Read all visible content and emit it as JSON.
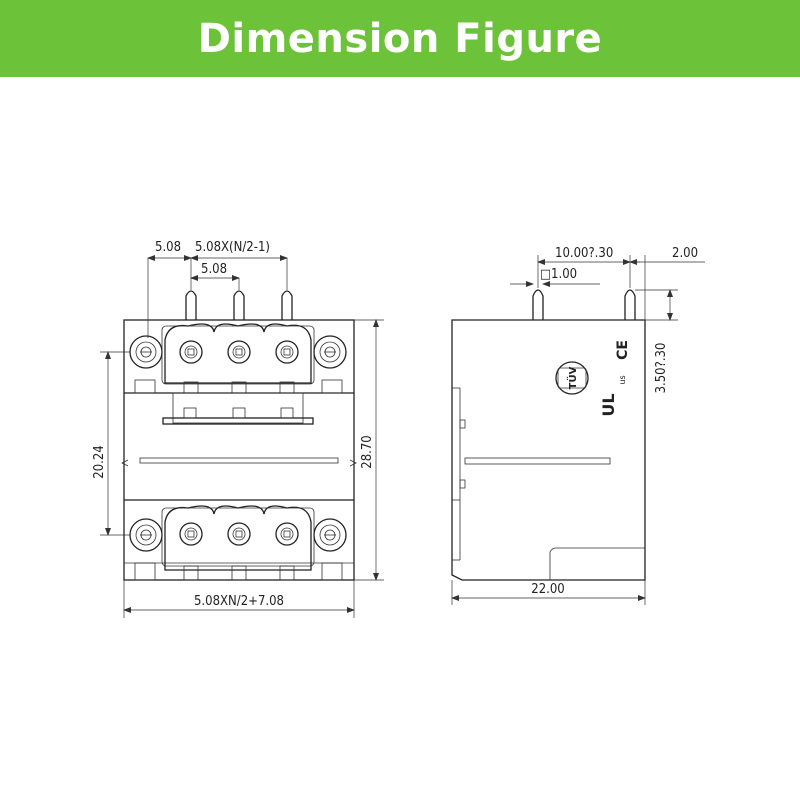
{
  "header": {
    "title": "Dimension Figure",
    "background_color": "#6cc33a",
    "text_color": "#ffffff"
  },
  "front_view": {
    "dim_pitch": "5.08",
    "dim_span": "5.08X(N/2-1)",
    "dim_pitch_inner": "5.08",
    "dim_row_spacing": "20.24",
    "dim_height": "28.70",
    "dim_width": "5.08XN/2+7.08"
  },
  "side_view": {
    "dim_pin_offset": "10.00?.30",
    "dim_pin_square": "□1.00",
    "dim_pin_edge": "2.00",
    "dim_pin_length": "3.50?.30",
    "dim_depth": "22.00",
    "cert_tuv": "TÜV",
    "cert_ce": "CE",
    "cert_ul": "UL"
  }
}
